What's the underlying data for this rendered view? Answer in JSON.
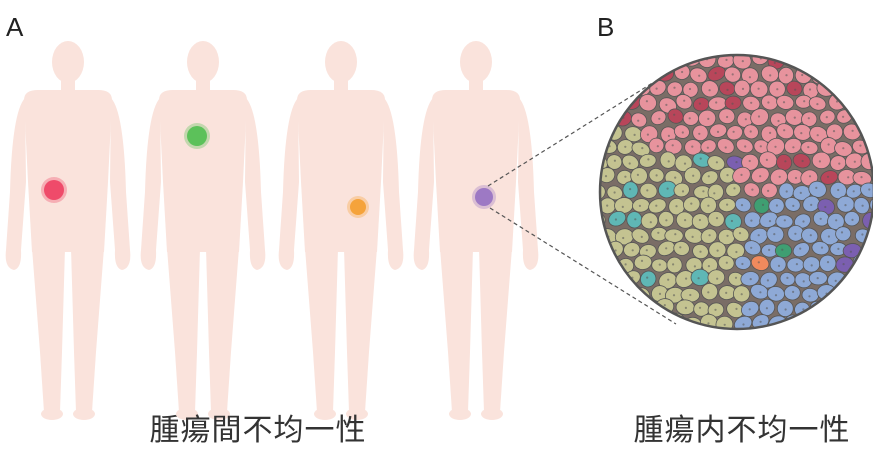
{
  "panel_a": {
    "label": "A",
    "caption": "腫瘍間不均一性",
    "figures": [
      {
        "tumor_color": "#ef4b6a"
      },
      {
        "tumor_color": "#5cc15a"
      },
      {
        "tumor_color": "#f5a33b"
      },
      {
        "tumor_color": "#9d79c4"
      }
    ]
  },
  "panel_b": {
    "label": "B",
    "caption": "腫瘍内不均一性",
    "cell_colors": {
      "pink": "#e7939d",
      "olive": "#c4c391",
      "blue": "#8ea9d6",
      "dark_red": "#b8465a",
      "purple": "#7b5fb0",
      "green": "#3f9f72",
      "orange": "#f08a5d",
      "teal": "#5fb7b5",
      "outline": "#555555"
    }
  },
  "colors": {
    "body": "#fae3dc",
    "connector": "#555555"
  }
}
